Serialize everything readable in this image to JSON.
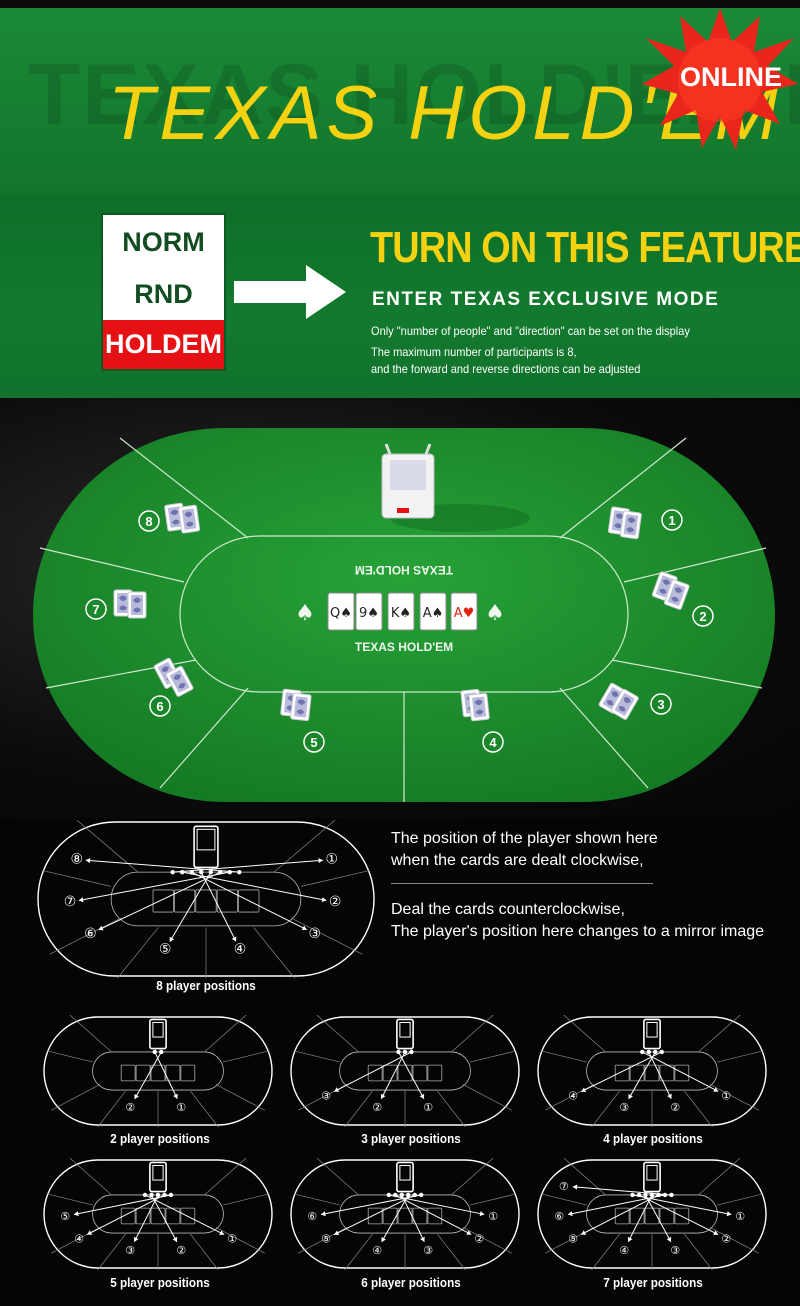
{
  "banner": {
    "title": "TEXAS HOLD'EM",
    "ghost_text": "TEXAS HOLD'EM POKER",
    "badge": "ONLINE"
  },
  "mode_selector": {
    "options": [
      "NORM",
      "RND",
      "HOLDEM"
    ],
    "selected": "HOLDEM"
  },
  "feature": {
    "title": "TURN ON THIS FEATURE",
    "subtitle": "ENTER TEXAS EXCLUSIVE MODE",
    "lines": [
      "Only \"number of people\" and \"direction\" can be set on the display",
      "The maximum number of participants is 8,",
      "and the forward and reverse directions can be adjusted"
    ]
  },
  "table": {
    "center_label": "TEXAS HOLD'EM",
    "center_label_mirrored": "TEXAS HOLD'EM",
    "community_cards": [
      "Q♠",
      "9♠",
      "K♠",
      "A♠",
      "A♥"
    ],
    "seats": [
      "1",
      "2",
      "3",
      "4",
      "5",
      "6",
      "7",
      "8"
    ]
  },
  "colors": {
    "felt": "#1f8f2f",
    "banner_green": "#1a8a36",
    "yellow": "#f4d212",
    "red": "#e51115"
  },
  "description": {
    "clockwise": [
      "The position of the player shown here",
      "when the cards are dealt clockwise,"
    ],
    "counter": [
      "Deal the cards counterclockwise,",
      "The player's position here changes to a mirror image"
    ]
  },
  "diagrams": [
    {
      "caption": "8 player positions",
      "players": 8
    },
    {
      "caption": "2 player positions",
      "players": 2
    },
    {
      "caption": "3 player positions",
      "players": 3
    },
    {
      "caption": "4 player positions",
      "players": 4
    },
    {
      "caption": "5 player positions",
      "players": 5
    },
    {
      "caption": "6 player positions",
      "players": 6
    },
    {
      "caption": "7 player positions",
      "players": 7
    }
  ]
}
